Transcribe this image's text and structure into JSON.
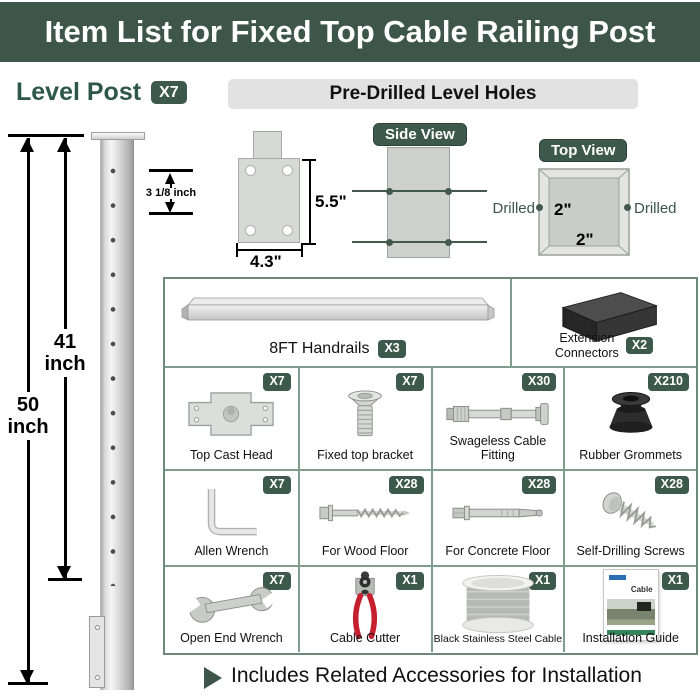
{
  "header": {
    "title": "Item List for Fixed Top Cable Railing Post"
  },
  "level_post": {
    "label": "Level Post",
    "count": "X7"
  },
  "section": {
    "title": "Pre-Drilled Level Holes"
  },
  "post": {
    "total_height": "50 inch",
    "upper_height": "41 inch",
    "hole_spacing": "3 1/8 inch"
  },
  "base_plate": {
    "height": "5.5\"",
    "width": "4.3\""
  },
  "side_view": {
    "title": "Side View"
  },
  "top_view": {
    "title": "Top View",
    "drilled_left": "Drilled",
    "drilled_right": "Drilled",
    "width_label": "2\"",
    "depth_label": "2\""
  },
  "parts": {
    "handrails": {
      "label": "8FT Handrails",
      "count": "X3"
    },
    "extension_connectors": {
      "label_line1": "Extension",
      "label_line2": "Connectors",
      "count": "X2"
    },
    "grid": [
      {
        "label": "Top Cast Head",
        "count": "X7"
      },
      {
        "label": "Fixed top bracket",
        "count": "X7"
      },
      {
        "label": "Swageless Cable Fitting",
        "count": "X30"
      },
      {
        "label": "Rubber Grommets",
        "count": "X210"
      },
      {
        "label": "Allen Wrench",
        "count": "X7"
      },
      {
        "label": "For Wood Floor",
        "count": "X28"
      },
      {
        "label": "For Concrete Floor",
        "count": "X28"
      },
      {
        "label": "Self-Drilling Screws",
        "count": "X28"
      },
      {
        "label": "Open End Wrench",
        "count": "X7"
      },
      {
        "label": "Cable Cutter",
        "count": "X1"
      },
      {
        "label": "Black Stainless Steel Cable",
        "count": "X1"
      },
      {
        "label": "Installation Guide",
        "count": "X1"
      }
    ],
    "guide_cover_text": "Cable"
  },
  "footer": {
    "text": "Includes Related Accessories for Installation"
  },
  "colors": {
    "banner_green": "#3e564a",
    "badge_green": "#3c594b",
    "accent_green": "#2e574a",
    "table_border": "#6d897b",
    "inner_border": "#7f9c8d",
    "section_bar": "#e2e2e2",
    "handle_red": "#c6202e"
  }
}
